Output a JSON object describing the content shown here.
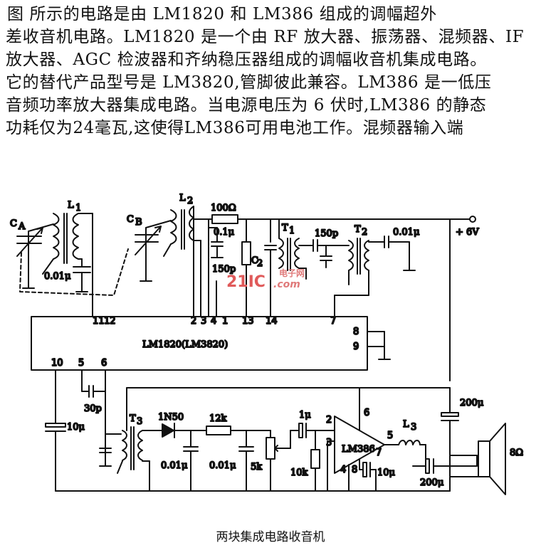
{
  "paragraph": [
    "图     所示的电路是由 LM1820 和 LM386 组成的调幅超外",
    "差收音机电路。LM1820 是一个由 RF 放大器、振荡器、混频器、IF",
    "放大器、AGC 检波器和齐纳稳压器组成的调幅收音机集成电路。",
    "它的替代产品型号是 LM3820,管脚彼此兼容。LM386 是一低压",
    "音频功率放大器集成电路。当电源电压为 6 伏时,LM386 的静态",
    "功耗仅为24毫瓦,这使得LM386可用电池工作。混频器输入端"
  ],
  "schematic": {
    "ic1_label": "LM1820(LM3820)",
    "ic2_label": "LM386",
    "components": {
      "ca": "C",
      "ca_sub": "A",
      "cb": "C",
      "cb_sub": "B",
      "l1": "L",
      "l1_sub": "1",
      "l2": "L",
      "l2_sub": "2",
      "l3": "L",
      "l3_sub": "3",
      "t1": "T",
      "t1_sub": "1",
      "t2": "T",
      "t2_sub": "2",
      "t3": "T",
      "t3_sub": "3",
      "r_100": "100Ω",
      "c_01u_a": "0.1μ",
      "c_150p_a": "150p",
      "c_150p_b": "150p",
      "c_001_t2": "0.01μ",
      "vcc": "+ 6V",
      "c_001_l1": "0.01μ",
      "c_30p": "30p",
      "c_10u": "10μ",
      "diode": "1N50",
      "r_12k": "12k",
      "c_001_d1": "0.01μ",
      "c_001_d2": "0.01μ",
      "r_5k": "5k",
      "c_1u": "1μ",
      "r_10k": "10k",
      "c_10u_b": "10μ",
      "c_200u_a": "200μ",
      "c_200u_b": "200μ",
      "speaker": "8Ω",
      "c_label": "C",
      "c_label_sub": "2"
    },
    "ic1_pins_top": [
      "11",
      "12",
      "2",
      "3",
      "4",
      "1",
      "13",
      "14",
      "7"
    ],
    "ic1_pins_right": [
      "8",
      "9"
    ],
    "ic1_pins_bottom": [
      "10",
      "5",
      "6"
    ],
    "ic2_pins": [
      "2",
      "3",
      "4",
      "6",
      "7",
      "8",
      "5"
    ],
    "watermark": {
      "logo": "21IC",
      "cn": "电子网",
      "dotcom": ".com"
    }
  },
  "caption": "两块集成电路收音机"
}
